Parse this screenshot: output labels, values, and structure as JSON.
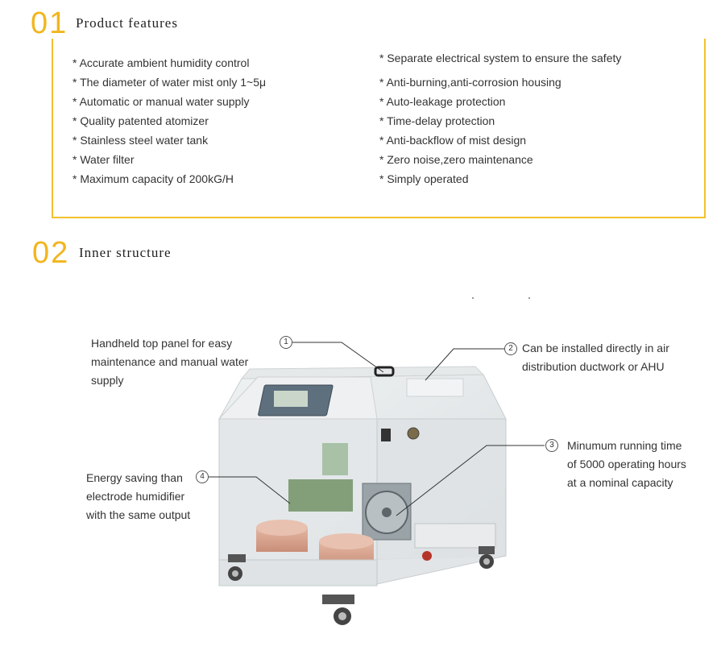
{
  "section1": {
    "number": "01",
    "title": "Product features",
    "left_items": [
      "* Accurate ambient humidity control",
      "* The diameter of water mist only 1~5μ",
      "* Automatic or manual water supply",
      "* Quality patented atomizer",
      "* Stainless steel water tank",
      "* Water filter",
      "* Maximum capacity of 200kG/H"
    ],
    "right_items": [
      "* Separate electrical system to ensure the safety",
      "* Anti-burning,anti-corrosion housing",
      "* Auto-leakage protection",
      "* Time-delay protection",
      "* Anti-backflow of mist design",
      "* Zero noise,zero maintenance",
      "* Simply operated"
    ]
  },
  "section2": {
    "number": "02",
    "title": "Inner structure",
    "callouts": {
      "c1": {
        "marker": "1",
        "line1": "Handheld top panel for easy",
        "line2": "maintenance and manual water",
        "line3": "supply"
      },
      "c2": {
        "marker": "2",
        "line1": "Can be installed directly in air",
        "line2": "distribution ductwork or AHU"
      },
      "c3": {
        "marker": "3",
        "line1": "Minumum running time",
        "line2": "of 5000 operating hours",
        "line3": "at a nominal capacity"
      },
      "c4": {
        "marker": "4",
        "line1": "Energy saving than",
        "line2": "electrode humidifier",
        "line3": "with the same output"
      }
    }
  },
  "colors": {
    "accent": "#f2b51c",
    "box_border": "#f2c12e",
    "text": "#333333"
  }
}
